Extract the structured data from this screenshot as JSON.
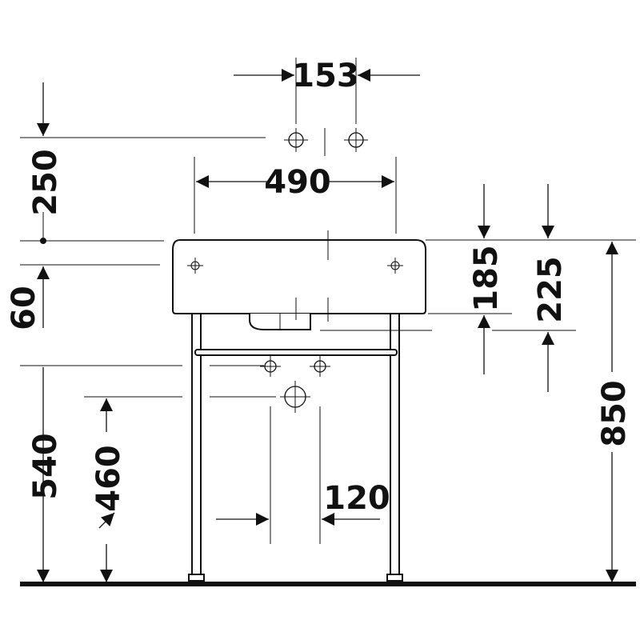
{
  "dimensions": {
    "tap_spacing": "153",
    "basin_width": "490",
    "tap_height": "250",
    "rim_offset": "60",
    "depth_185": "185",
    "depth_225": "225",
    "rail_height": "540",
    "waste_height": "460",
    "total_height": "850",
    "waste_offset": "120"
  }
}
